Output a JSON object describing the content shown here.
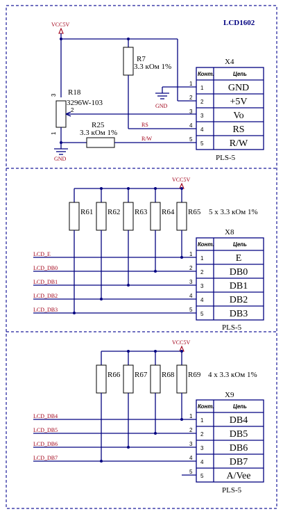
{
  "title": "LCD1602",
  "power_net": "VCC5V",
  "ground_net": "GND",
  "r7": {
    "ref": "R7",
    "value": "3.3 кОм 1%"
  },
  "r18": {
    "ref": "R18",
    "value": "3296W-103",
    "pin1": "1",
    "pin2": "2",
    "pin3": "3"
  },
  "r25": {
    "ref": "R25",
    "value": "3.3 кОм 1%"
  },
  "nets_top": {
    "rs": "RS",
    "rw": "R/W"
  },
  "x4": {
    "ref": "X4",
    "type": "PLS-5",
    "col_pin": "Конт.",
    "col_net": "Цепь",
    "rows": [
      {
        "pin": "1",
        "net": "GND"
      },
      {
        "pin": "2",
        "net": "+5V"
      },
      {
        "pin": "3",
        "net": "Vo"
      },
      {
        "pin": "4",
        "net": "RS"
      },
      {
        "pin": "5",
        "net": "R/W"
      }
    ]
  },
  "group2": {
    "resistors": [
      "R61",
      "R62",
      "R63",
      "R64",
      "R65"
    ],
    "note": "5 x 3.3 кОм 1%",
    "nets": [
      "LCD_E",
      "LCD_DB0",
      "LCD_DB1",
      "LCD_DB2",
      "LCD_DB3"
    ]
  },
  "x8": {
    "ref": "X8",
    "type": "PLS-5",
    "col_pin": "Конт.",
    "col_net": "Цепь",
    "rows": [
      {
        "pin": "1",
        "net": "E"
      },
      {
        "pin": "2",
        "net": "DB0"
      },
      {
        "pin": "3",
        "net": "DB1"
      },
      {
        "pin": "4",
        "net": "DB2"
      },
      {
        "pin": "5",
        "net": "DB3"
      }
    ]
  },
  "group3": {
    "resistors": [
      "R66",
      "R67",
      "R68",
      "R69"
    ],
    "note": "4 x 3.3 кОм 1%",
    "nets": [
      "LCD_DB4",
      "LCD_DB5",
      "LCD_DB6",
      "LCD_DB7"
    ]
  },
  "x9": {
    "ref": "X9",
    "type": "PLS-5",
    "col_pin": "Конт.",
    "col_net": "Цепь",
    "rows": [
      {
        "pin": "1",
        "net": "DB4"
      },
      {
        "pin": "2",
        "net": "DB5"
      },
      {
        "pin": "3",
        "net": "DB6"
      },
      {
        "pin": "4",
        "net": "DB7"
      },
      {
        "pin": "5",
        "net": "A/Vee"
      }
    ]
  }
}
